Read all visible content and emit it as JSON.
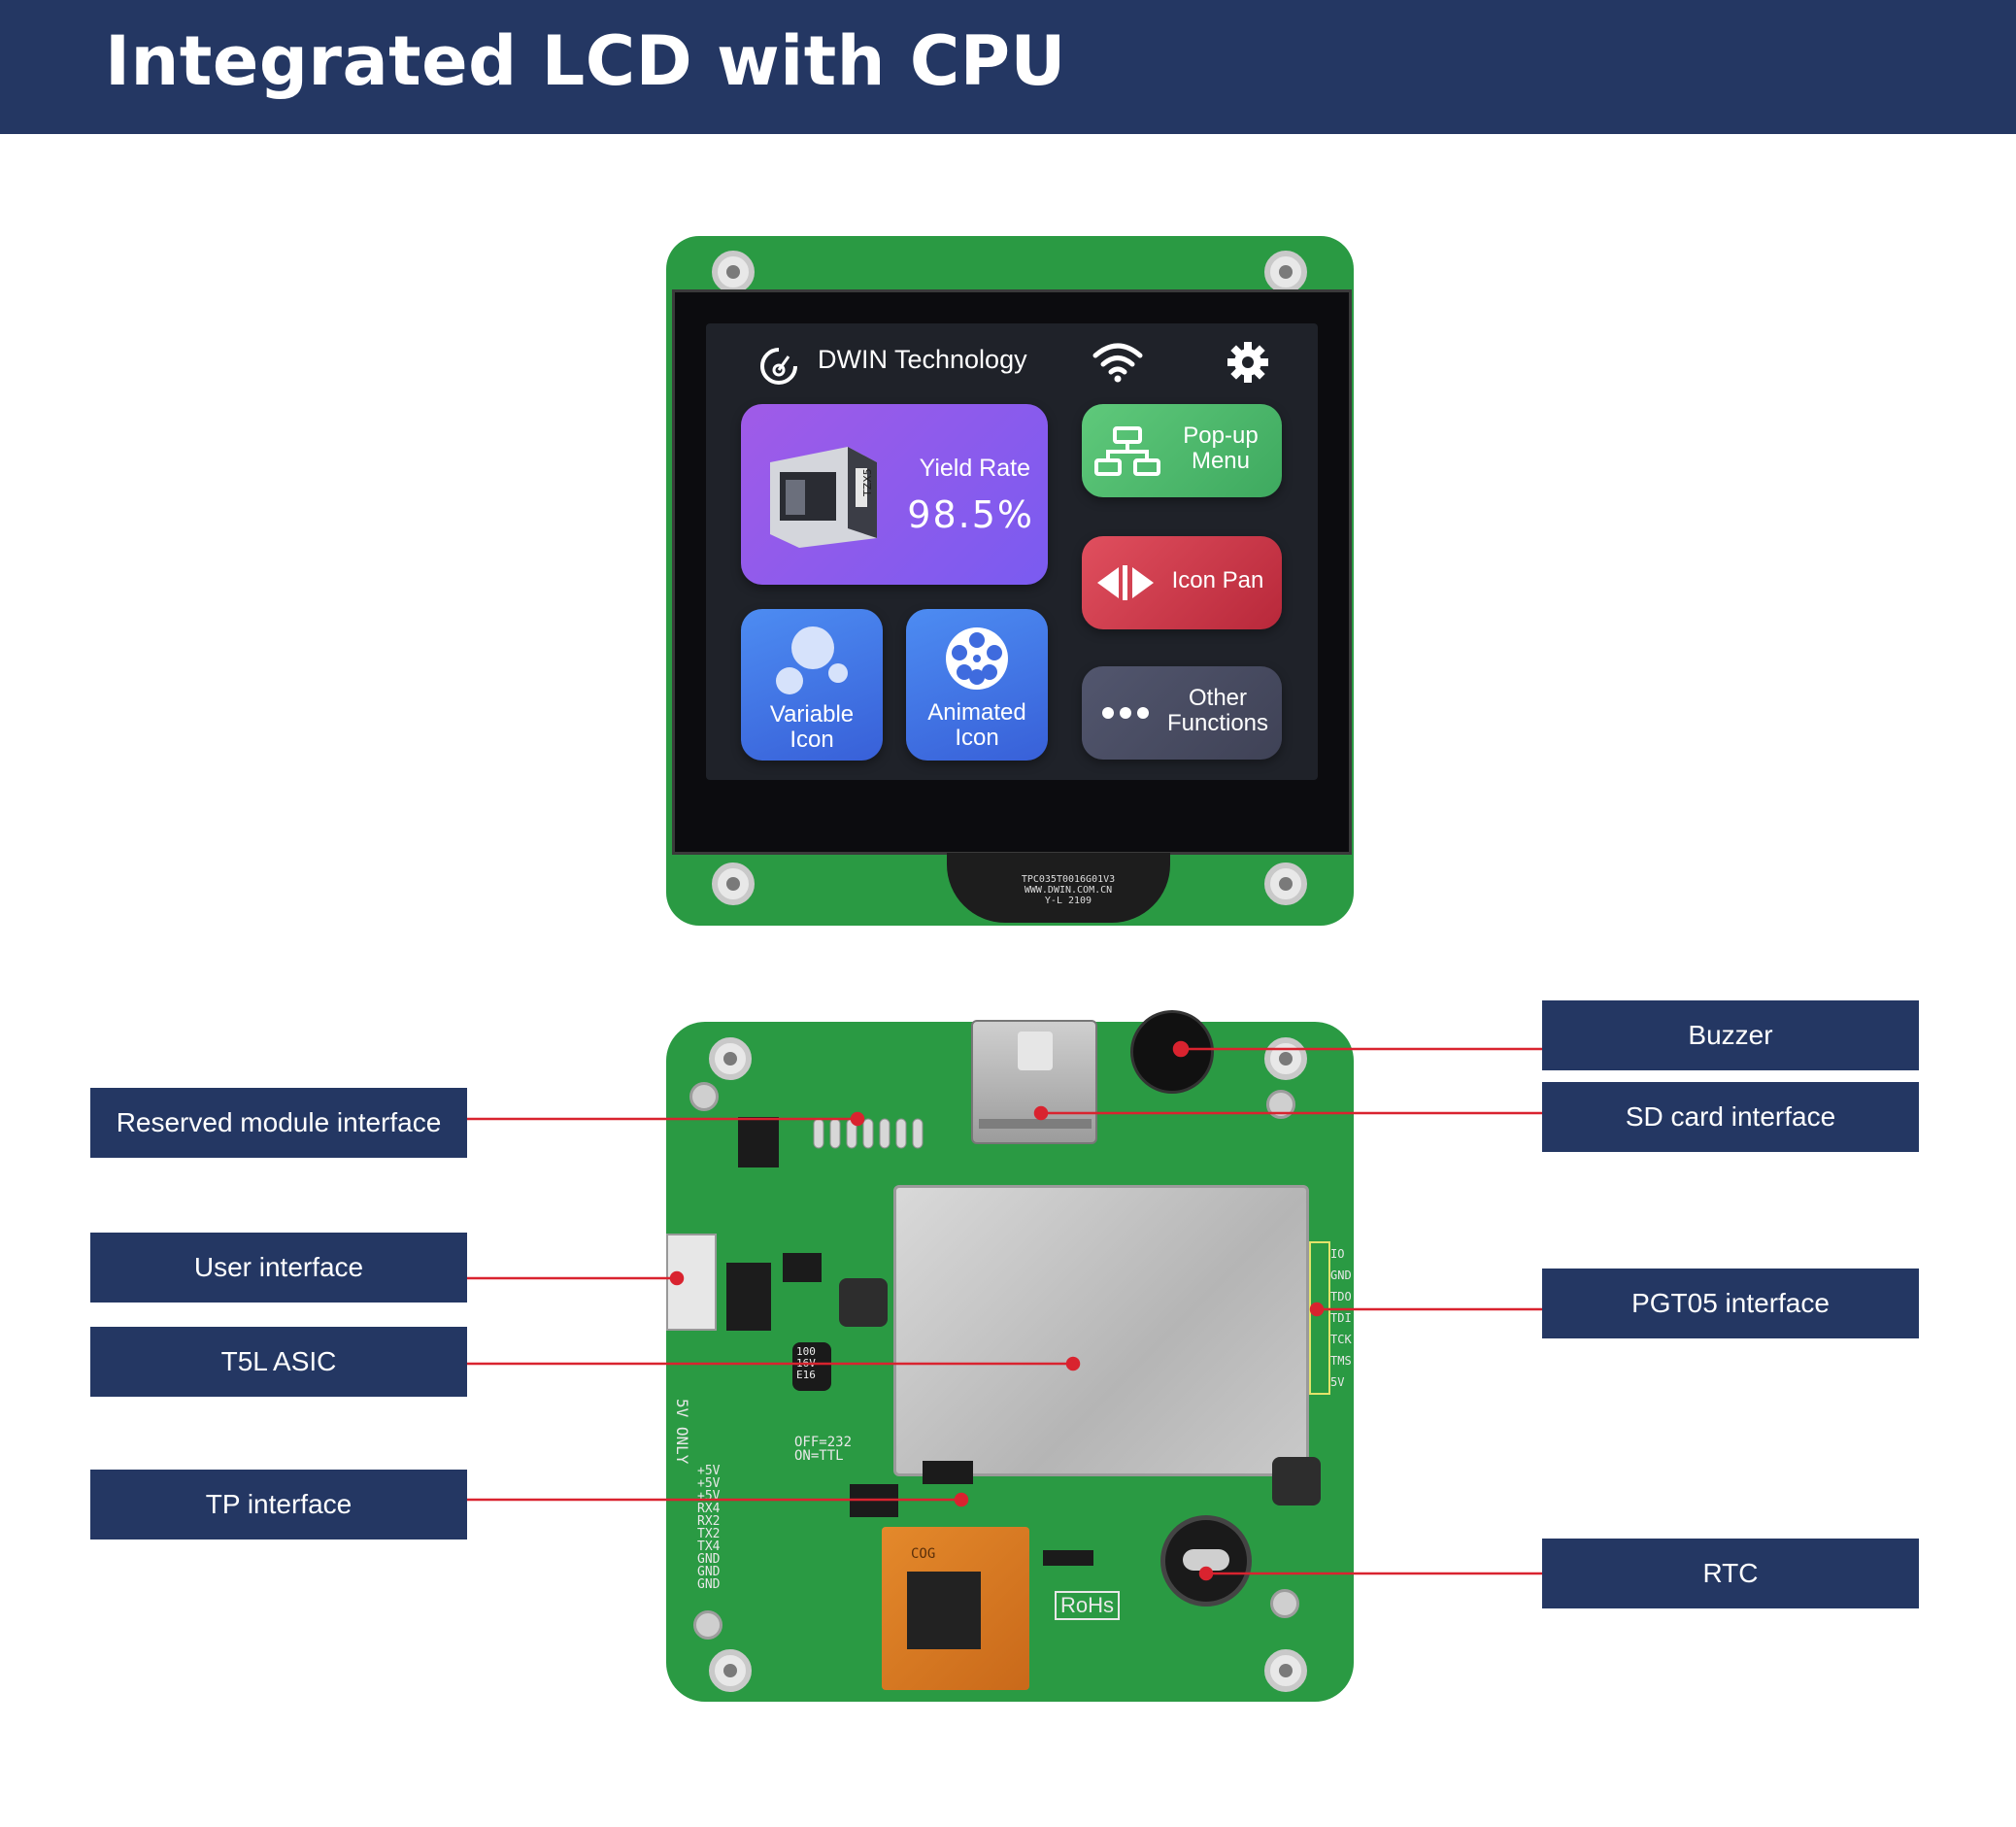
{
  "header": {
    "title": "Integrated LCD with CPU"
  },
  "screen": {
    "brand": "DWIN Technology",
    "icons": [
      "dwin-logo-icon",
      "wifi-icon",
      "gear-icon"
    ],
    "cards": {
      "yield_label": "Yield Rate",
      "yield_value": "98.5%",
      "popup_line1": "Pop-up",
      "popup_line2": "Menu",
      "iconpan": "Icon Pan",
      "variable_line1": "Variable",
      "variable_line2": "Icon",
      "animated_line1": "Animated",
      "animated_line2": "Icon",
      "other_line1": "Other",
      "other_line2": "Functions",
      "machine_text": "TZX5"
    },
    "flex_text": [
      "TPC035T0016G01V3",
      "WWW.DWIN.COM.CN",
      "Y-L 2109"
    ]
  },
  "board": {
    "pgt_pins": [
      "IO",
      "GND",
      "TDO",
      "TDI",
      "TCK",
      "TMS",
      "5V"
    ],
    "silk_5v": "5V ONLY",
    "silk_offon": [
      "OFF=232",
      "ON=TTL"
    ],
    "silk_user": [
      "+5V",
      "+5V",
      "+5V",
      "RX4",
      "RX2",
      "TX2",
      "TX4",
      "GND",
      "GND",
      "GND"
    ],
    "cap_text": [
      "100",
      "16V",
      "E16"
    ],
    "rohs": "RoHs",
    "fpc_text": "COG"
  },
  "labels": {
    "buzzer": "Buzzer",
    "sd_card": "SD card interface",
    "reserved_module": "Reserved module interface",
    "user_interface": "User interface",
    "t5l_asic": "T5L ASIC",
    "pgt05": "PGT05 interface",
    "tp_interface": "TP interface",
    "rtc": "RTC"
  },
  "colors": {
    "banner": "#243763",
    "pcb": "#2a9a43",
    "leader": "#d9232f"
  }
}
